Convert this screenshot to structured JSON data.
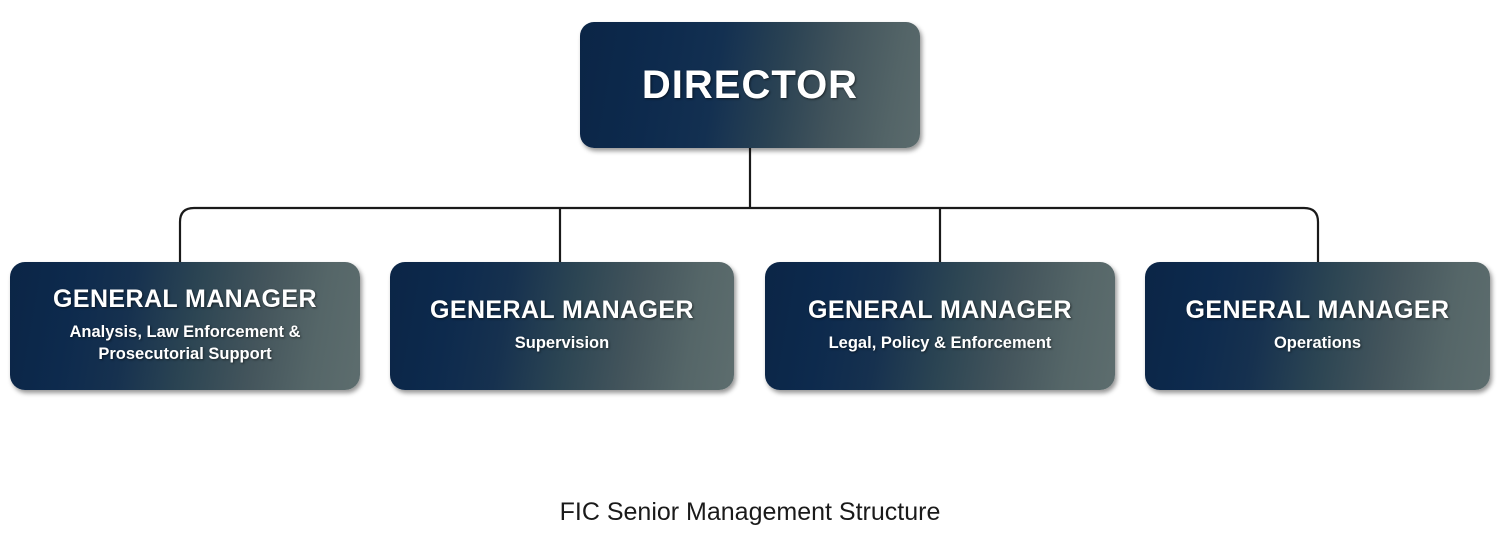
{
  "chart_data": {
    "type": "diagram",
    "diagram_kind": "organizational-chart",
    "title": "FIC Senior Management Structure",
    "orientation": "top-down",
    "levels": 2,
    "nodes": [
      {
        "id": "director",
        "level": 0,
        "title": "DIRECTOR",
        "subtitle": ""
      },
      {
        "id": "gm-analysis",
        "level": 1,
        "title": "GENERAL MANAGER",
        "subtitle": "Analysis, Law Enforcement  &\nProsecutorial Support"
      },
      {
        "id": "gm-supervision",
        "level": 1,
        "title": "GENERAL MANAGER",
        "subtitle": "Supervision"
      },
      {
        "id": "gm-legal",
        "level": 1,
        "title": "GENERAL MANAGER",
        "subtitle": "Legal, Policy & Enforcement"
      },
      {
        "id": "gm-operations",
        "level": 1,
        "title": "GENERAL MANAGER",
        "subtitle": "Operations"
      }
    ],
    "edges": [
      {
        "from": "director",
        "to": "gm-analysis"
      },
      {
        "from": "director",
        "to": "gm-supervision"
      },
      {
        "from": "director",
        "to": "gm-legal"
      },
      {
        "from": "director",
        "to": "gm-operations"
      }
    ]
  },
  "root": {
    "title": "DIRECTOR"
  },
  "managers": [
    {
      "title": "GENERAL MANAGER",
      "subtitle": "Analysis, Law Enforcement  &\nProsecutorial Support"
    },
    {
      "title": "GENERAL MANAGER",
      "subtitle": "Supervision"
    },
    {
      "title": "GENERAL MANAGER",
      "subtitle": "Legal, Policy & Enforcement"
    },
    {
      "title": "GENERAL MANAGER",
      "subtitle": "Operations"
    }
  ],
  "caption": {
    "text": "FIC Senior Management Structure"
  },
  "colors": {
    "gradient_start": "#0b2546",
    "gradient_end": "#5d6d6e",
    "box_text": "#ffffff",
    "connector": "#1a1a1a",
    "caption_text": "#1a1a1a",
    "background": "#ffffff"
  }
}
